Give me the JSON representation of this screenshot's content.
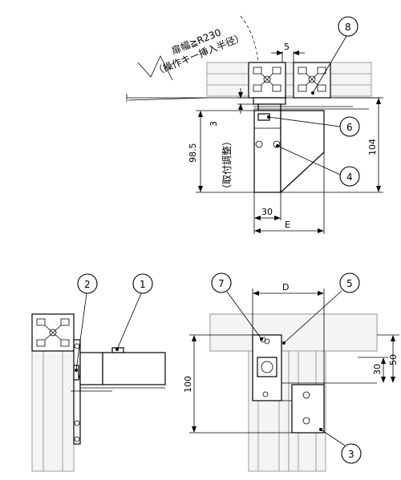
{
  "top_view": {
    "door_width_note": "扉幅≧R230",
    "operation_key_note": "（操作キー挿入半径）",
    "dims": {
      "d5": "5",
      "d3": "3",
      "adjust_note": "（取付調整）",
      "d98_5": "98.5",
      "d104": "104",
      "d30": "30",
      "dE": "E"
    }
  },
  "front_view": {
    "dims": {
      "dD": "D",
      "d100": "100",
      "d30": "30",
      "d50": "50"
    }
  },
  "callouts": {
    "c1": "1",
    "c2": "2",
    "c3": "3",
    "c4": "4",
    "c5": "5",
    "c6": "6",
    "c7": "7",
    "c8": "8"
  }
}
